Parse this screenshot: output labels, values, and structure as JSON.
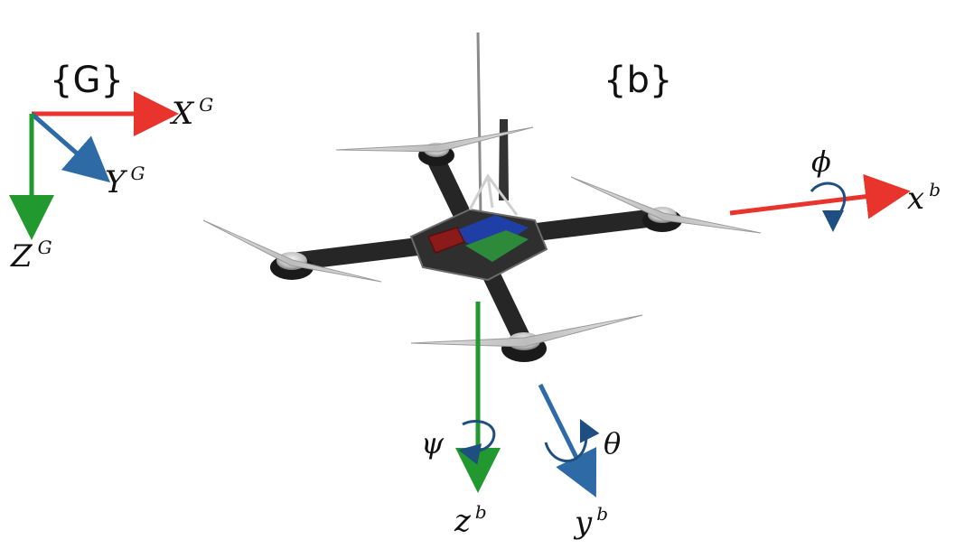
{
  "frames": {
    "global": {
      "label": "{G}",
      "x_axis": {
        "base": "X",
        "sup": "G",
        "color": "#e8342c"
      },
      "y_axis": {
        "base": "Y",
        "sup": "G",
        "color": "#2e6aa6"
      },
      "z_axis": {
        "base": "Z",
        "sup": "G",
        "color": "#21992f"
      }
    },
    "body": {
      "label": "{b}",
      "x_axis": {
        "base": "x",
        "sup": "b",
        "color": "#e8342c"
      },
      "y_axis": {
        "base": "y",
        "sup": "b",
        "color": "#2e6aa6"
      },
      "z_axis": {
        "base": "z",
        "sup": "b",
        "color": "#21992f"
      }
    }
  },
  "rotations": {
    "roll": {
      "symbol": "ϕ",
      "color": "#1f4f80"
    },
    "pitch": {
      "symbol": "θ",
      "color": "#1f4f80"
    },
    "yaw": {
      "symbol": "ψ",
      "color": "#1f4f80"
    }
  },
  "drone": {
    "frame_color": "#2a2a2a",
    "motor_color": "#d9d9d9",
    "propeller_color": "#cfcfcf",
    "battery_color": "#8b1a1a",
    "board_colors": [
      "#1f3fa6",
      "#2c8a3a"
    ]
  }
}
